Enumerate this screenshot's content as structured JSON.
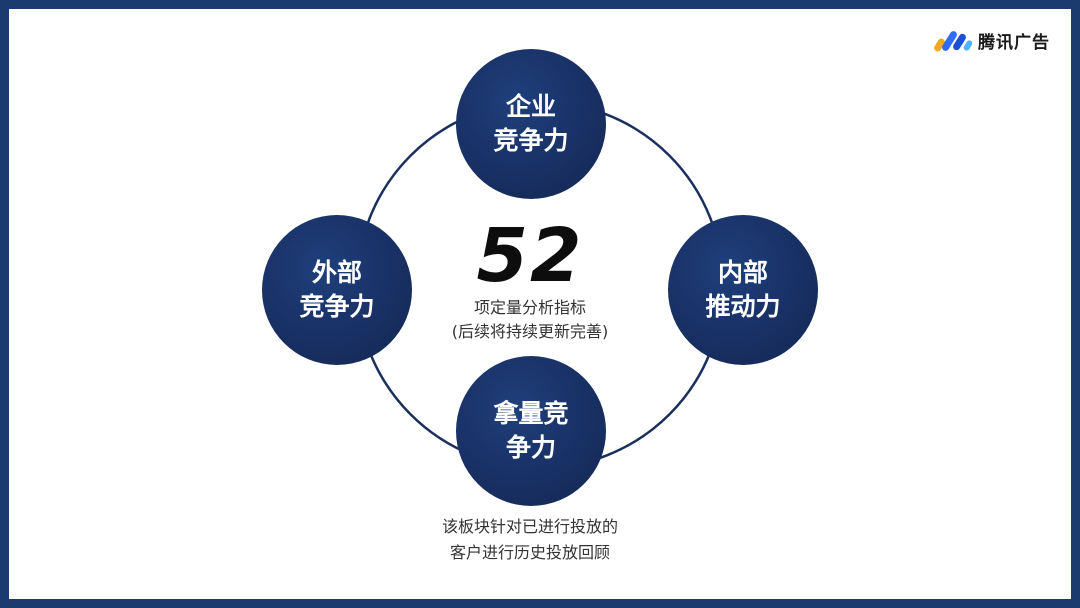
{
  "brand": {
    "name": "腾讯广告",
    "logo_icon": "tencent-ads-logo-icon"
  },
  "center": {
    "number": "52",
    "line1": "项定量分析指标",
    "line2": "(后续将持续更新完善)"
  },
  "nodes": {
    "top": {
      "line1": "企业",
      "line2": "竞争力"
    },
    "left": {
      "line1": "外部",
      "line2": "竞争力"
    },
    "right": {
      "line1": "内部",
      "line2": "推动力"
    },
    "bottom": {
      "line1": "拿量竞",
      "line2": "争力"
    }
  },
  "bottom_note": {
    "line1": "该板块针对已进行投放的",
    "line2": "客户进行历史投放回顾"
  },
  "colors": {
    "frame": "#1b3a6e",
    "node": "#182f62",
    "ring": "#1b2f5e"
  }
}
